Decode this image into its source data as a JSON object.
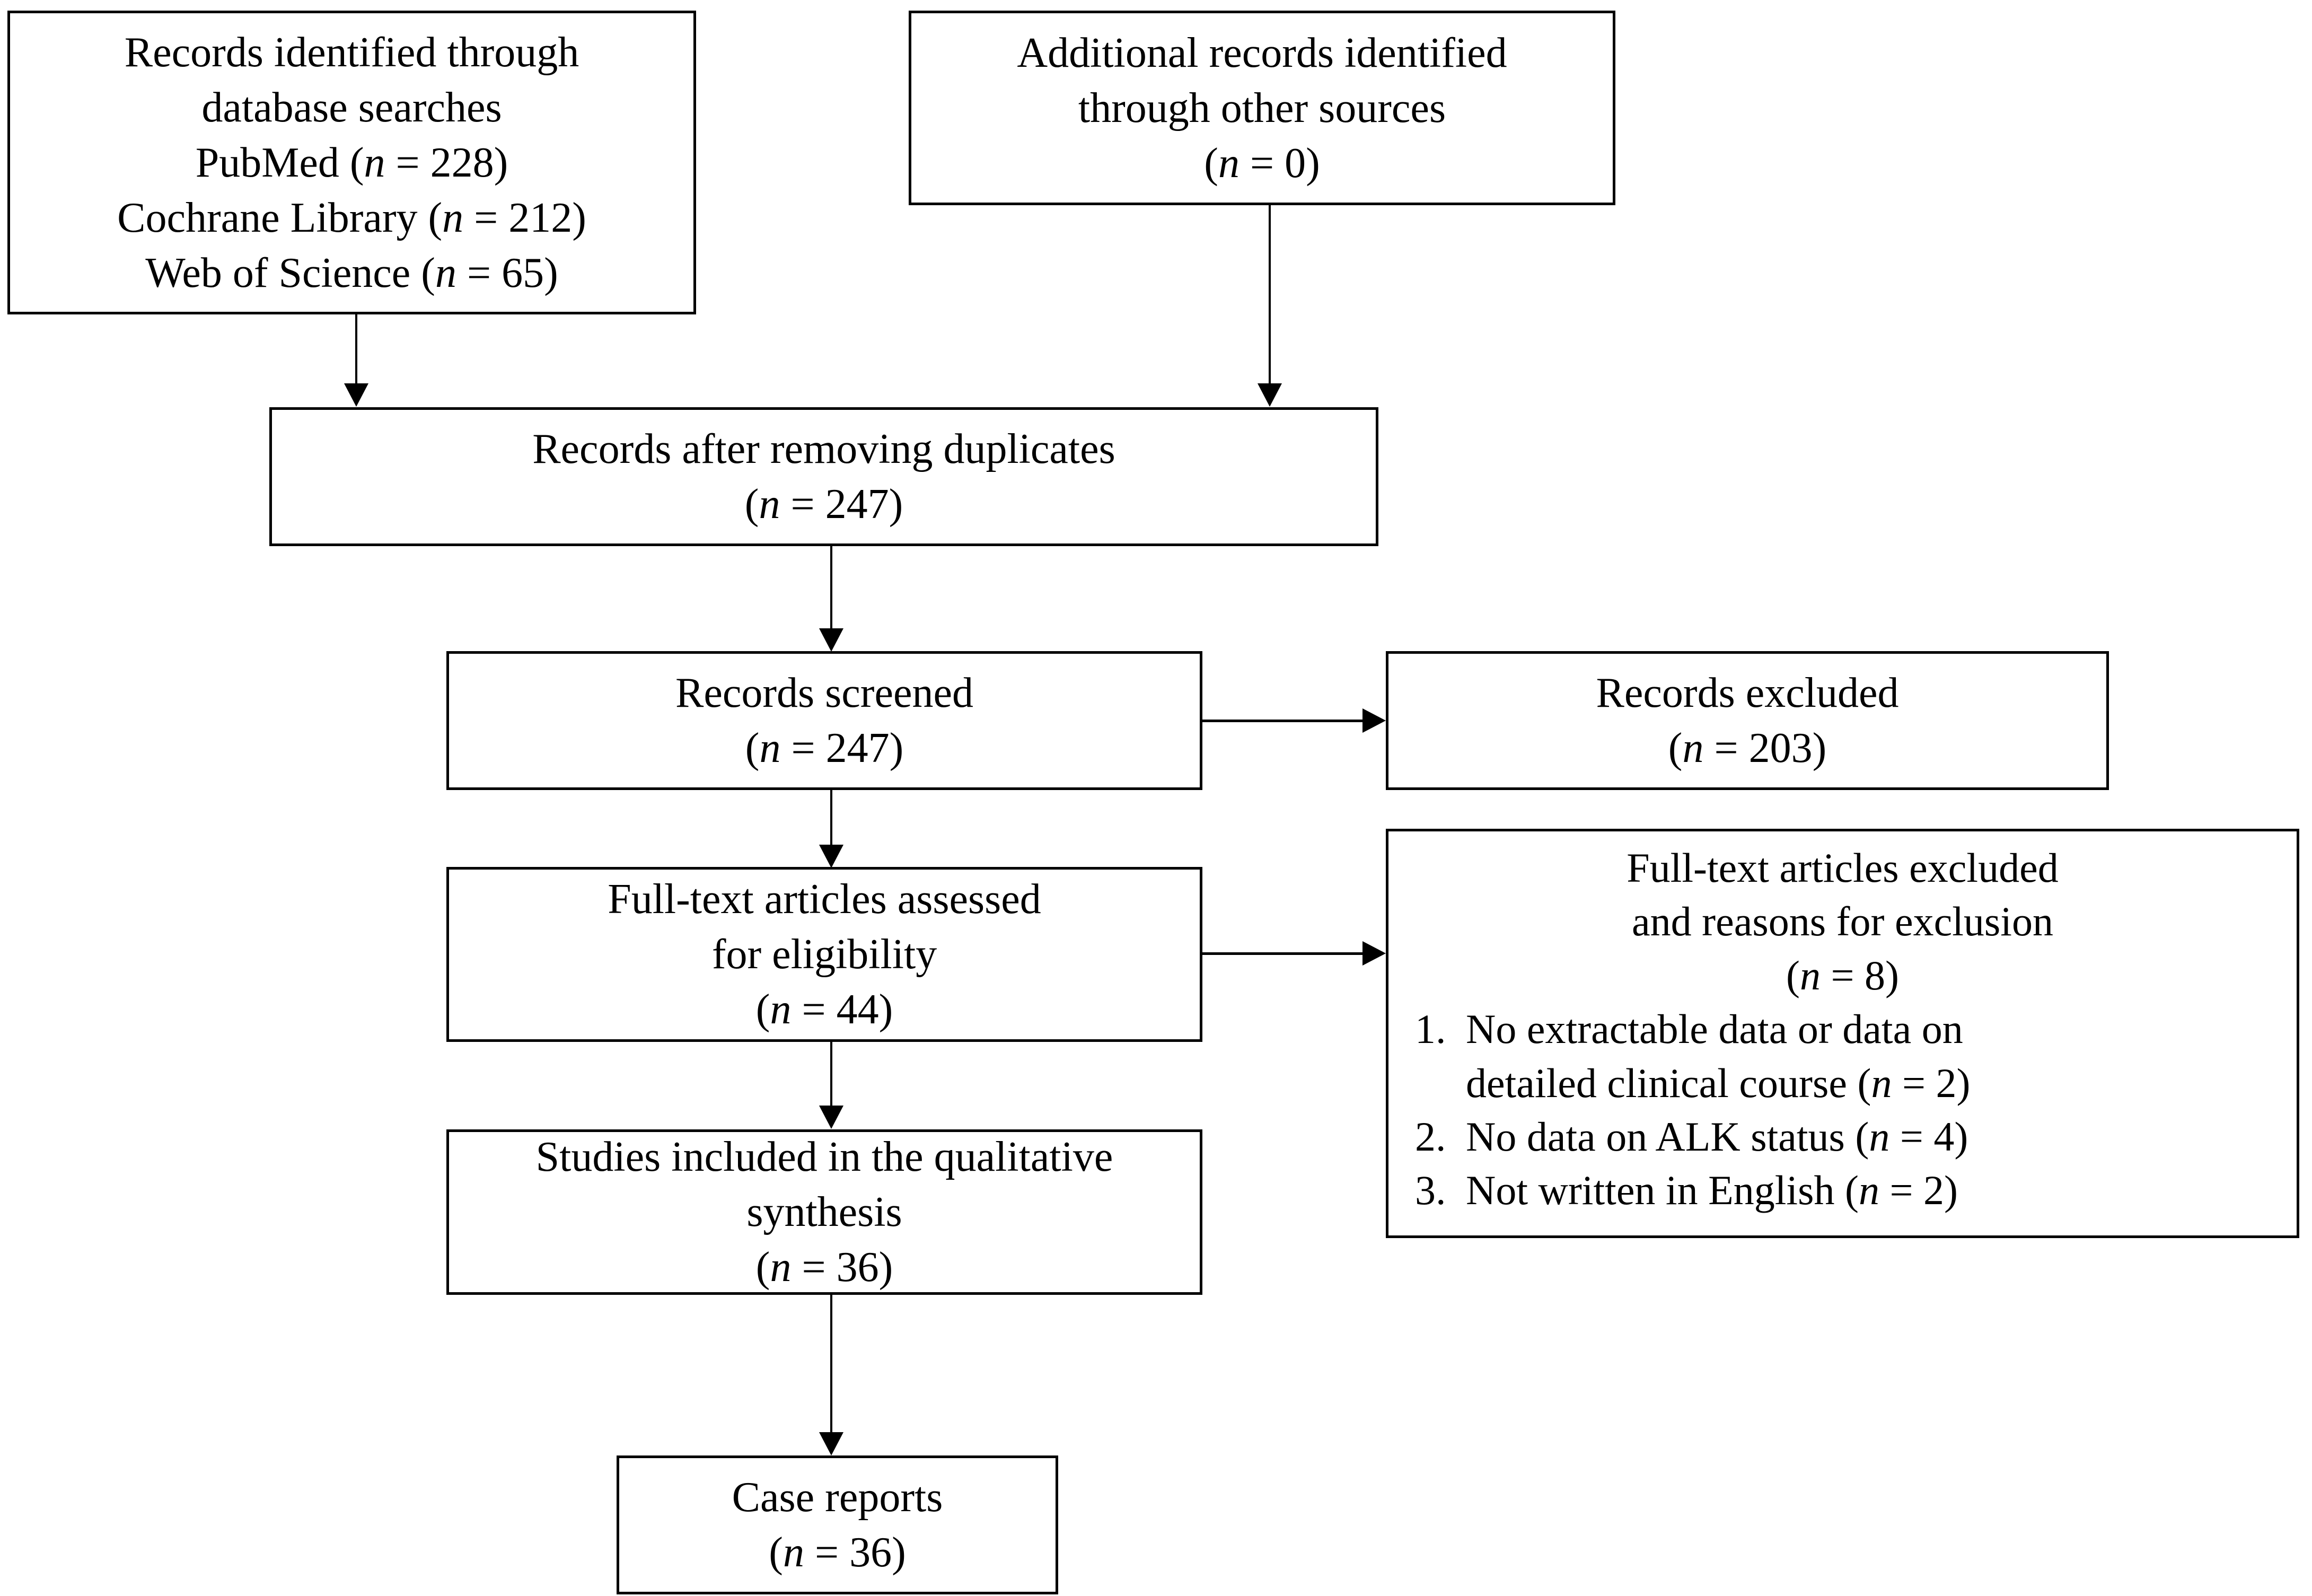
{
  "diagram": {
    "type": "prisma-flow-diagram",
    "boxes": {
      "identification_database": {
        "lines": [
          "Records identified through",
          "database searches",
          "PubMed (n = 228)",
          "Cochrane Library (n = 212)",
          "Web of Science (n = 65)"
        ],
        "counts": {
          "pubmed": 228,
          "cochrane_library": 212,
          "web_of_science": 65
        }
      },
      "identification_other": {
        "lines": [
          "Additional records identified",
          "through other sources",
          "(n = 0)"
        ],
        "counts": {
          "other_sources": 0
        }
      },
      "duplicates_removed": {
        "lines": [
          "Records after removing duplicates",
          "(n = 247)"
        ],
        "counts": {
          "records": 247
        }
      },
      "records_screened": {
        "lines": [
          "Records screened",
          "(n = 247)"
        ],
        "counts": {
          "records": 247
        }
      },
      "records_excluded": {
        "lines": [
          "Records excluded",
          "(n = 203)"
        ],
        "counts": {
          "records": 203
        }
      },
      "fulltext_assessed": {
        "lines": [
          "Full-text articles assessed",
          "for eligibility",
          "(n = 44)"
        ],
        "counts": {
          "records": 44
        }
      },
      "fulltext_excluded": {
        "header_lines": [
          "Full-text articles excluded",
          "and reasons for exclusion",
          "(n = 8)"
        ],
        "counts": {
          "records": 8
        },
        "reasons": [
          {
            "number": "1.",
            "text_lines": [
              "No extractable data or data on",
              "detailed clinical course (n = 2)"
            ],
            "count": 2
          },
          {
            "number": "2.",
            "text_lines": [
              "No data on ALK status (n = 4)"
            ],
            "count": 4
          },
          {
            "number": "3.",
            "text_lines": [
              "Not written in English (n = 2)"
            ],
            "count": 2
          }
        ]
      },
      "qualitative_synthesis": {
        "lines": [
          "Studies included in the qualitative",
          "synthesis",
          "(n = 36)"
        ],
        "counts": {
          "studies": 36
        }
      },
      "case_reports": {
        "lines": [
          "Case reports",
          "(n = 36)"
        ],
        "counts": {
          "reports": 36
        }
      }
    },
    "colors": {
      "stroke": "#000000",
      "background": "#ffffff",
      "text": "#000000"
    }
  }
}
